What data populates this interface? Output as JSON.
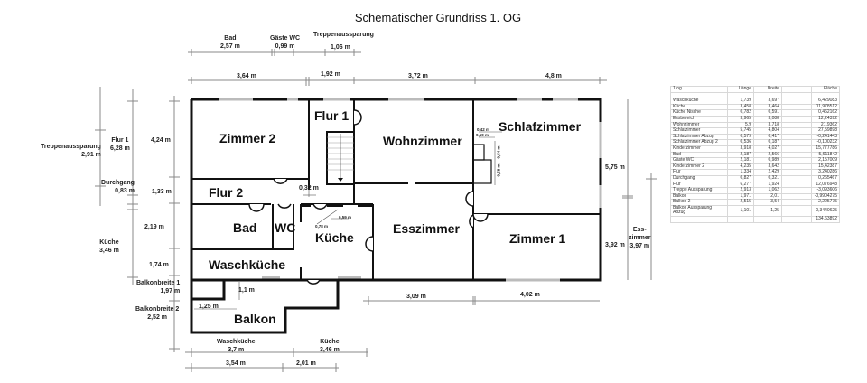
{
  "title": "Schematischer Grundriss 1. OG",
  "rooms": {
    "zimmer2": "Zimmer 2",
    "flur1": "Flur 1",
    "wohnzimmer": "Wohnzimmer",
    "schlafzimmer": "Schlafzimmer",
    "flur2": "Flur 2",
    "bad": "Bad",
    "wc": "WC",
    "kueche": "Küche",
    "esszimmer": "Esszimmer",
    "zimmer1": "Zimmer 1",
    "waschkueche": "Waschküche",
    "balkon": "Balkon"
  },
  "dims_top": {
    "bad_label": "Bad",
    "bad_val": "2,57 m",
    "gwc_label": "Gäste WC",
    "gwc_val": "0,99 m",
    "trepp_label": "Treppenaussparung",
    "trepp_val": "1,06 m",
    "d1": "3,64 m",
    "d2": "1,92 m",
    "d3": "3,72 m",
    "d4": "4,8 m"
  },
  "dims_left": {
    "trepp_label": "Treppenaussparung",
    "trepp_val": "2,91 m",
    "flur1_label": "Flur 1",
    "flur1_val": "6,28 m",
    "durchgang_label": "Durchgang",
    "durchgang_val": "0,83 m",
    "kueche_label": "Küche",
    "kueche_val": "3,46 m",
    "h1": "4,24 m",
    "h2": "1,33 m",
    "h3": "2,19 m",
    "h4": "1,74 m",
    "balk1_label": "Balkonbreite 1",
    "balk1_val": "1,97 m",
    "balk2_label": "Balkonbreite 2",
    "balk2_val": "2,52 m"
  },
  "dims_right": {
    "r1": "5,75 m",
    "r2": "3,92 m",
    "ess_label_1": "Ess-",
    "ess_label_2": "zimmer",
    "ess_val": "3,97 m"
  },
  "dims_bottom": {
    "b1": "3,09 m",
    "b2": "4,02 m",
    "wk_label": "Waschküche",
    "wk_val": "3,7 m",
    "kue_label": "Küche",
    "kue_val": "3,46 m",
    "c1": "3,54 m",
    "c2": "2,01 m"
  },
  "dims_inner": {
    "durchgang": "0,32 m",
    "balkon_h": "1,1 m",
    "balkon_w": "1,25 m",
    "kueche_diag": "0,78 m",
    "kueche_w": "0,59 m",
    "schlaf_1": "0,42 m",
    "schlaf_2": "0,19 m",
    "schlaf_3": "0,54 m",
    "schlaf_4": "0,58 m"
  },
  "area_table": {
    "headers": [
      "1.og",
      "Länge",
      "Breite",
      "",
      "Fläche"
    ],
    "rows": [
      [
        "Waschküche",
        "1,739",
        "3,697",
        "",
        "6,429083"
      ],
      [
        "Küche",
        "3,458",
        "3,464",
        "",
        "11,978512"
      ],
      [
        "Küche Nische",
        "0,782",
        "0,591",
        "",
        "0,462162"
      ],
      [
        "Essbereich",
        "3,965",
        "3,088",
        "",
        "12,24392"
      ],
      [
        "Wohnzimmer",
        "5,9",
        "3,718",
        "",
        "21,9362"
      ],
      [
        "Schlafzimmer",
        "5,745",
        "4,804",
        "",
        "27,59898"
      ],
      [
        "Schlafzimmer Abzug",
        "0,579",
        "0,417",
        "",
        "-0,241443"
      ],
      [
        "Schlafzimmer Abzug 2",
        "0,536",
        "0,187",
        "",
        "-0,100232"
      ],
      [
        "Kinderzimmer",
        "3,918",
        "4,027",
        "",
        "15,777786"
      ],
      [
        "Bad",
        "2,187",
        "2,566",
        "",
        "5,611842"
      ],
      [
        "Gäste WC",
        "2,181",
        "0,989",
        "",
        "2,157009"
      ],
      [
        "Kinderzimmer 2",
        "4,235",
        "3,642",
        "",
        "15,42387"
      ],
      [
        "Flur",
        "1,334",
        "2,429",
        "",
        "3,240286"
      ],
      [
        "Durchgang",
        "0,827",
        "0,321",
        "",
        "0,265467"
      ],
      [
        "Flur",
        "6,277",
        "1,924",
        "",
        "12,076948"
      ],
      [
        "Treppe Aussparung",
        "2,913",
        "1,062",
        "",
        "-3,093606"
      ],
      [
        "Balkon",
        "1,971",
        "2,01",
        "",
        "-0,9904275"
      ],
      [
        "Balkon 2",
        "2,515",
        "3,54",
        "",
        "2,225775"
      ],
      [
        "Balkon Aussparung Abzug",
        "1,101",
        "1,25",
        "",
        "-0,3440625"
      ]
    ],
    "total": "134,63892"
  }
}
